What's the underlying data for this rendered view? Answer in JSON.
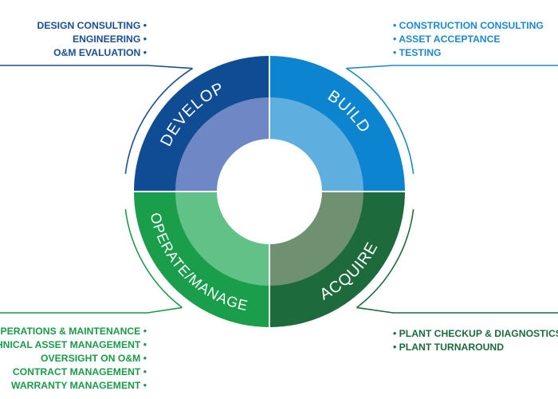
{
  "colors": {
    "develop_outer": "#0f4c94",
    "develop_inner": "#6f88c5",
    "build_outer": "#0d84cf",
    "build_inner": "#5faee0",
    "operate_outer": "#1a9e4b",
    "operate_inner": "#62c187",
    "acquire_outer": "#1d6a3c",
    "acquire_inner": "#6f9171",
    "center": "#ffffff",
    "blue_line": "#1a4f8f",
    "light_blue_line": "#1e88cf",
    "green_line": "#1a9a4a",
    "dark_green_line": "#1b6b3d"
  },
  "quadrants": {
    "develop": "DEVELOP",
    "build": "BUILD",
    "operate": "OPERATE/MANAGE",
    "acquire": "ACQUIRE"
  },
  "develop_services": [
    "DESIGN CONSULTING",
    "ENGINEERING",
    "O&M EVALUATION"
  ],
  "build_services": [
    "CONSTRUCTION CONSULTING",
    "ASSET ACCEPTANCE",
    "TESTING"
  ],
  "operate_services": [
    "OPERATIONS & MAINTENANCE",
    "TECHNICAL ASSET MANAGEMENT",
    "OVERSIGHT ON O&M",
    "CONTRACT MANAGEMENT",
    "WARRANTY MANAGEMENT"
  ],
  "acquire_services": [
    "PLANT CHECKUP & DIAGNOSTICS",
    "PLANT TURNAROUND"
  ],
  "bullet": "•"
}
